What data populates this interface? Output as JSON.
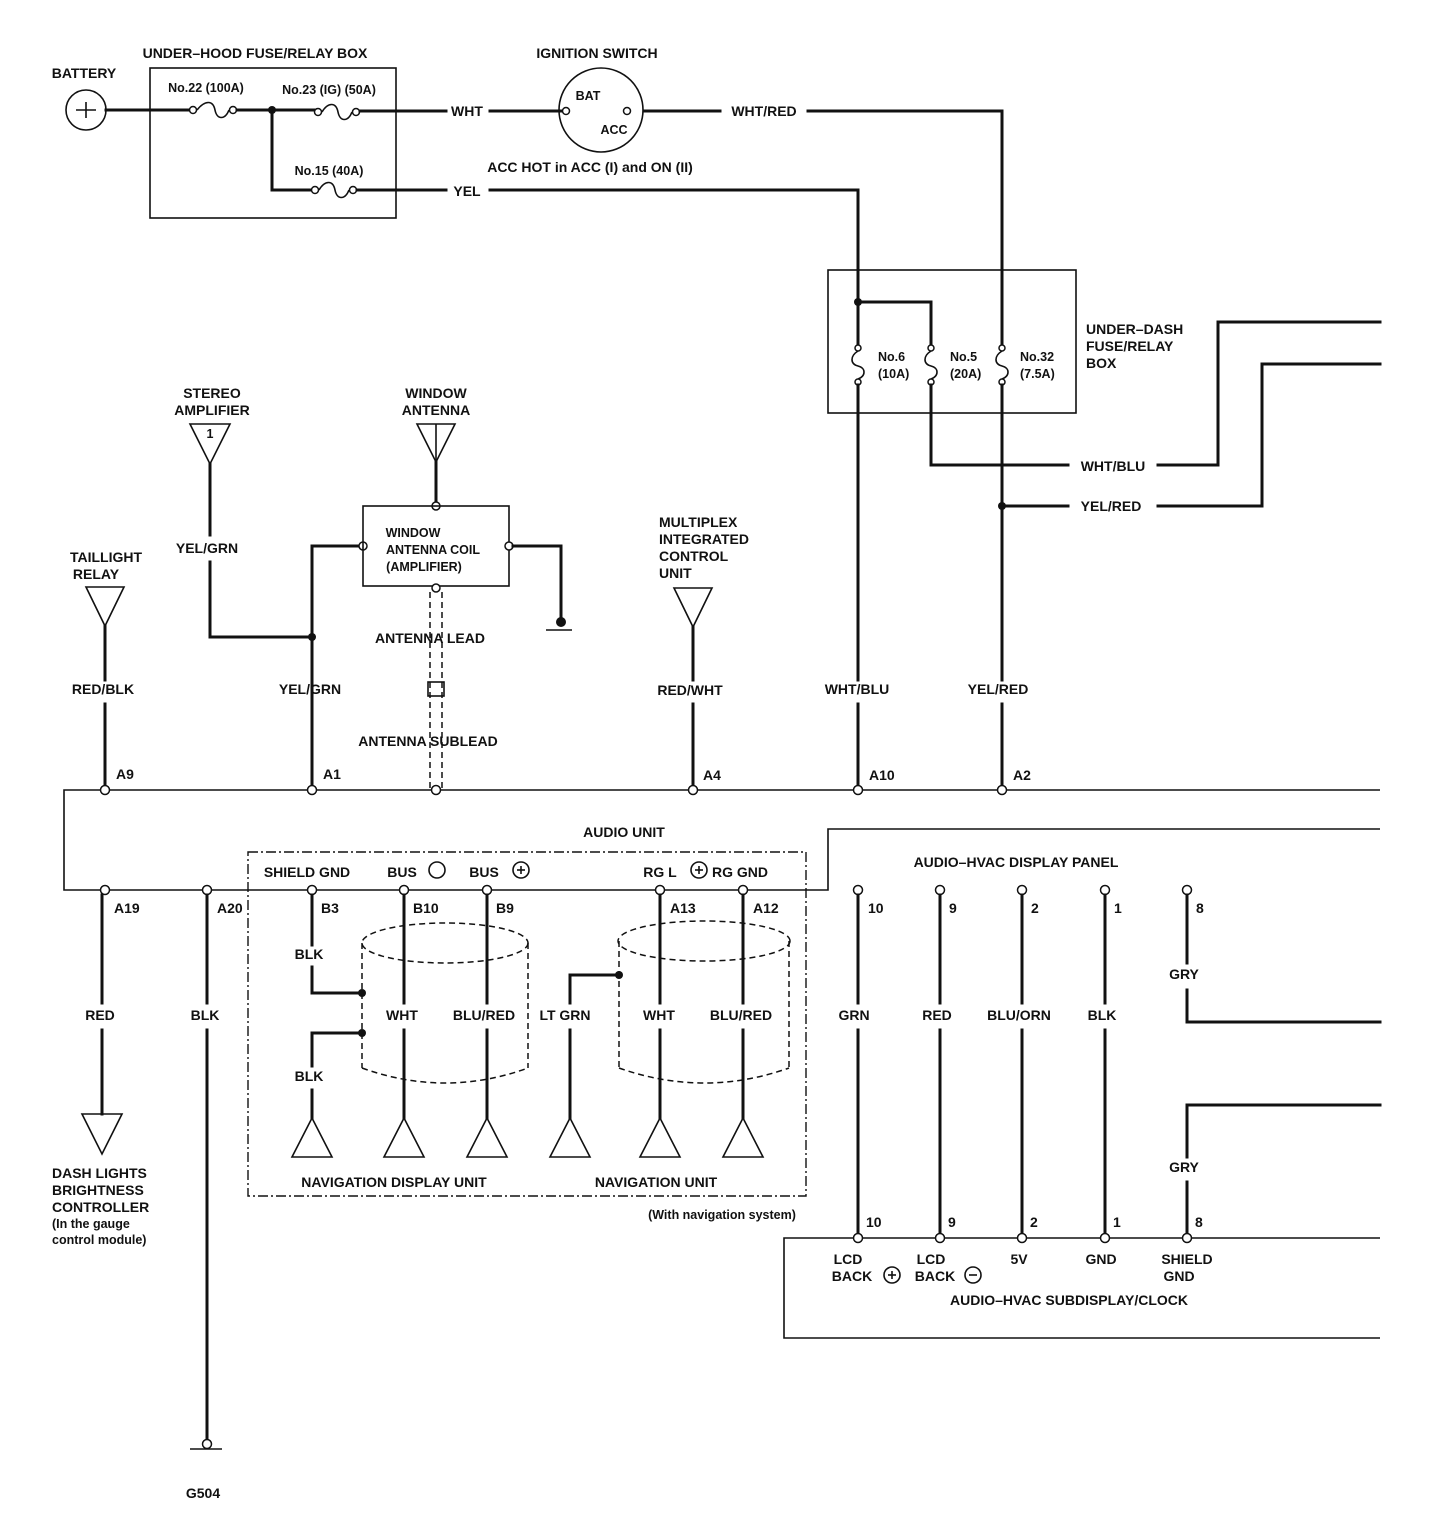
{
  "components": {
    "battery": "BATTERY",
    "under_hood_box": "UNDER–HOOD FUSE/RELAY BOX",
    "fuse_22": "No.22 (100A)",
    "fuse_23": "No.23 (IG) (50A)",
    "fuse_15": "No.15 (40A)",
    "ignition_switch": "IGNITION SWITCH",
    "ign_bat": "BAT",
    "ign_acc": "ACC",
    "acc_note": "ACC HOT in ACC (I) and ON (II)",
    "under_dash_box": [
      "UNDER–DASH",
      "FUSE/RELAY",
      "BOX"
    ],
    "fuse_6": [
      "No.6",
      "(10A)"
    ],
    "fuse_5": [
      "No.5",
      "(20A)"
    ],
    "fuse_32": [
      "No.32",
      "(7.5A)"
    ],
    "stereo_amp": [
      "STEREO",
      "AMPLIFIER"
    ],
    "stereo_amp_pin": "1",
    "window_antenna": [
      "WINDOW",
      "ANTENNA"
    ],
    "antenna_coil": [
      "WINDOW",
      "ANTENNA COIL",
      "(AMPLIFIER)"
    ],
    "taillight_relay": [
      "TAILLIGHT",
      "RELAY"
    ],
    "micu": [
      "MULTIPLEX",
      "INTEGRATED",
      "CONTROL",
      "UNIT"
    ],
    "antenna_lead": "ANTENNA LEAD",
    "antenna_sublead": "ANTENNA SUBLEAD",
    "audio_unit": "AUDIO UNIT",
    "hvac_display": "AUDIO–HVAC DISPLAY PANEL",
    "nav_display": "NAVIGATION DISPLAY UNIT",
    "nav_unit": "NAVIGATION UNIT",
    "nav_note": "(With navigation system)",
    "dash_lights": [
      "DASH LIGHTS",
      "BRIGHTNESS",
      "CONTROLLER",
      "(In the gauge",
      "control module)"
    ],
    "ground": "G504",
    "subdisplay": "AUDIO–HVAC SUBDISPLAY/CLOCK"
  },
  "wires": {
    "wht": "WHT",
    "yel": "YEL",
    "wht_red": "WHT/RED",
    "wht_blu": "WHT/BLU",
    "yel_red": "YEL/RED",
    "yel_grn": "YEL/GRN",
    "red_blk": "RED/BLK",
    "red_wht": "RED/WHT",
    "red": "RED",
    "blk": "BLK",
    "wht2": "WHT",
    "blu_red": "BLU/RED",
    "lt_grn": "LT GRN",
    "grn": "GRN",
    "blu_orn": "BLU/ORN",
    "gry": "GRY"
  },
  "pins": {
    "a9": "A9",
    "a1": "A1",
    "a4": "A4",
    "a10": "A10",
    "a2": "A2",
    "a19": "A19",
    "a20": "A20",
    "b3": "B3",
    "b10": "B10",
    "b9": "B9",
    "a13": "A13",
    "a12": "A12",
    "p10": "10",
    "p9": "9",
    "p2": "2",
    "p1": "1",
    "p8": "8"
  },
  "audio_pins": {
    "shield_gnd": "SHIELD GND",
    "bus_neg": "BUS",
    "bus_pos": "BUS",
    "rg_l": "RG L",
    "rg_gnd": "RG GND"
  },
  "subdisplay_pins": {
    "lcd_back": [
      "LCD",
      "BACK"
    ],
    "v5": "5V",
    "gnd": "GND",
    "shield_gnd": [
      "SHIELD",
      "GND"
    ]
  }
}
